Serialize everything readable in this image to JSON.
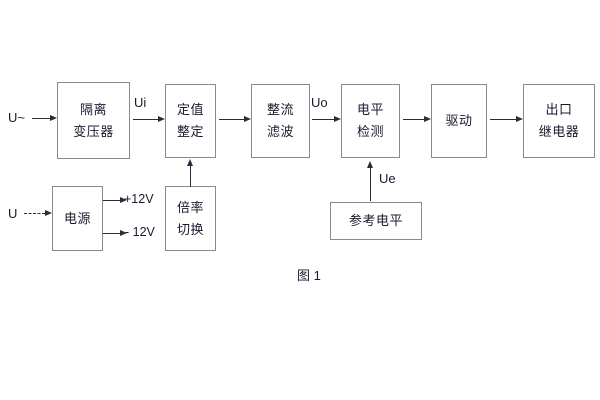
{
  "diagram": {
    "caption": "图 1",
    "colors": {
      "background": "#ffffff",
      "box_border": "#8a8a8a",
      "text": "#1a1a2e",
      "arrow": "#2b2b3a"
    },
    "blocks": [
      {
        "id": "isolation-transformer",
        "lines": [
          "隔离",
          "变压器"
        ]
      },
      {
        "id": "setting-value",
        "lines": [
          "定值",
          "整定"
        ]
      },
      {
        "id": "rectify-filter",
        "lines": [
          "整流",
          "滤波"
        ]
      },
      {
        "id": "level-detection",
        "lines": [
          "电平",
          "检测"
        ]
      },
      {
        "id": "drive",
        "lines": [
          "驱动"
        ]
      },
      {
        "id": "output-relay",
        "lines": [
          "出口",
          "继电器"
        ]
      },
      {
        "id": "power-supply",
        "lines": [
          "电源"
        ]
      },
      {
        "id": "multiplier-switch",
        "lines": [
          "倍率",
          "切换"
        ]
      },
      {
        "id": "reference-level",
        "lines": [
          "参考电平"
        ]
      }
    ],
    "labels": {
      "input_ac": "U~",
      "input_dc": "U",
      "ui": "Ui",
      "uo": "Uo",
      "ue": "Ue",
      "rail_positive": "+12V",
      "rail_negative": "- 12V"
    }
  }
}
